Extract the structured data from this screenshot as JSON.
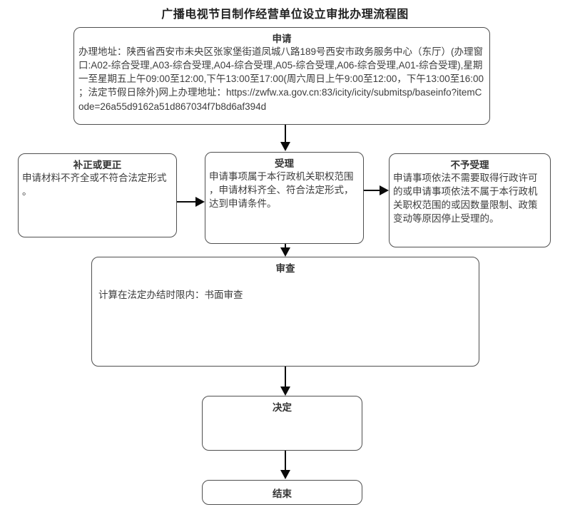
{
  "title": "广播电视节目制作经营单位设立审批办理流程图",
  "flowchart": {
    "nodes": {
      "apply": {
        "label": "申请",
        "body": "办理地址：陕西省西安市未央区张家堡街道凤城八路189号西安市政务服务中心（东厅）(办理窗口:A02-综合受理,A03-综合受理,A04-综合受理,A05-综合受理,A06-综合受理,A01-综合受理),星期一至星期五上午09:00至12:00,下午13:00至17:00(周六周日上午9:00至12:00，下午13:00至16:00；法定节假日除外)网上办理地址：https://zwfw.xa.gov.cn:83/icity/icity/submitsp/baseinfo?itemCode=26a55d9162a51d867034f7b8d6af394d"
      },
      "supplement": {
        "label": "补正或更正",
        "body": "申请材料不齐全或不符合法定形式。"
      },
      "accept": {
        "label": "受理",
        "body": "申请事项属于本行政机关职权范围，申请材料齐全、符合法定形式，达到申请条件。"
      },
      "reject": {
        "label": "不予受理",
        "body": "申请事项依法不需要取得行政许可的或申请事项依法不属于本行政机关职权范围的或因数量限制、政策变动等原因停止受理的。"
      },
      "review": {
        "label": "审查",
        "body": "计算在法定办结时限内：书面审查"
      },
      "decision": {
        "label": "决定",
        "body": ""
      },
      "end": {
        "label": "结束",
        "body": ""
      }
    },
    "edges": [
      {
        "from": "申请",
        "to": "受理",
        "direction": "down"
      },
      {
        "from": "补正或更正",
        "to": "受理",
        "direction": "right"
      },
      {
        "from": "受理",
        "to": "不予受理",
        "direction": "right"
      },
      {
        "from": "受理",
        "to": "审查",
        "direction": "down"
      },
      {
        "from": "审查",
        "to": "决定",
        "direction": "down"
      },
      {
        "from": "决定",
        "to": "结束",
        "direction": "down"
      }
    ],
    "colors": {
      "box_border": "#4f4f4f",
      "box_background": "#ffffff",
      "text": "#3d3d3d",
      "title_text": "#212121",
      "arrow": "#0a0a0a",
      "page_background": "#ffffff"
    }
  }
}
